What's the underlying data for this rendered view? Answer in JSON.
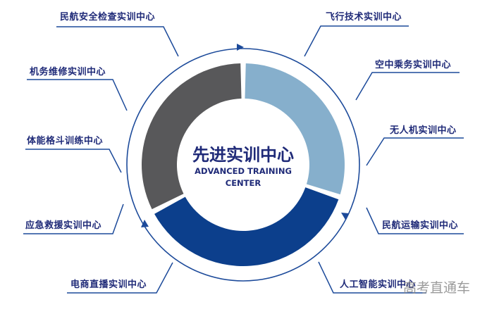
{
  "center": {
    "title": "先进实训中心",
    "subtitle_line1": "ADVANCED TRAINING",
    "subtitle_line2": "CENTER"
  },
  "left_labels": [
    "民航安全检查实训中心",
    "机务维修实训中心",
    "体能格斗训练中心",
    "应急救援实训中心",
    "电商直播实训中心"
  ],
  "right_labels": [
    "飞行技术实训中心",
    "空中乘务实训中心",
    "无人机实训中心",
    "民航运输实训中心",
    "人工智能实训中心"
  ],
  "watermark": "高考直通车",
  "colors": {
    "light_blue": "#86afcc",
    "dark_blue": "#0c3f8c",
    "gray": "#58585a",
    "line": "#1c4a9a",
    "text": "#1f2a78"
  }
}
